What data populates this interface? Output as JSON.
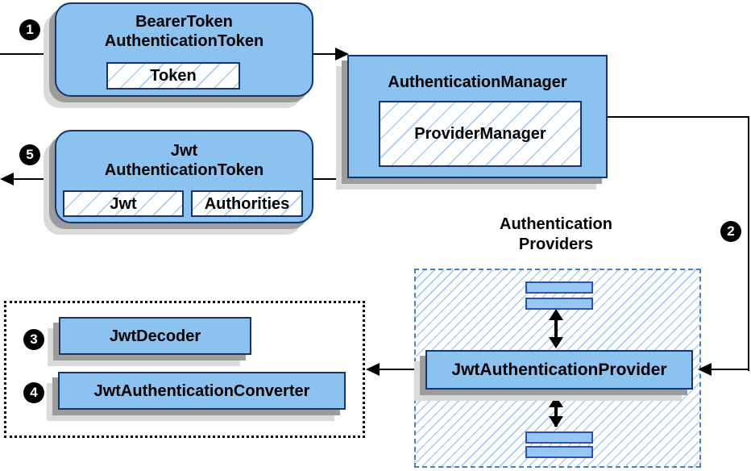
{
  "nodes": {
    "bearer_token": {
      "line1": "BearerToken",
      "line2": "AuthenticationToken",
      "field_token": "Token"
    },
    "authentication_manager": {
      "title": "AuthenticationManager",
      "field_provider_manager": "ProviderManager"
    },
    "jwt_authentication_token": {
      "line1": "Jwt",
      "line2": "AuthenticationToken",
      "field_jwt": "Jwt",
      "field_authorities": "Authorities"
    },
    "authentication_providers": {
      "label_line1": "Authentication",
      "label_line2": "Providers"
    },
    "jwt_authentication_provider": {
      "title": "JwtAuthenticationProvider"
    },
    "jwt_decoder": {
      "title": "JwtDecoder"
    },
    "jwt_authentication_converter": {
      "title": "JwtAuthenticationConverter"
    }
  },
  "steps": {
    "step1": "1",
    "step2": "2",
    "step3": "3",
    "step4": "4",
    "step5": "5"
  },
  "colors": {
    "node_fill": "#8cc2f0",
    "node_border": "#16356b",
    "stereotype_rect_fill": "#99c6f2",
    "stereotype_rect_border": "#2653b8",
    "group_dashed_border": "#4a80c2",
    "hatch_line": "#a9cbee",
    "shadow_dark": "#9c9c9c",
    "shadow_light": "#dadada",
    "connector": "#000000",
    "badge_bg": "#000000",
    "badge_text": "#ffffff"
  }
}
